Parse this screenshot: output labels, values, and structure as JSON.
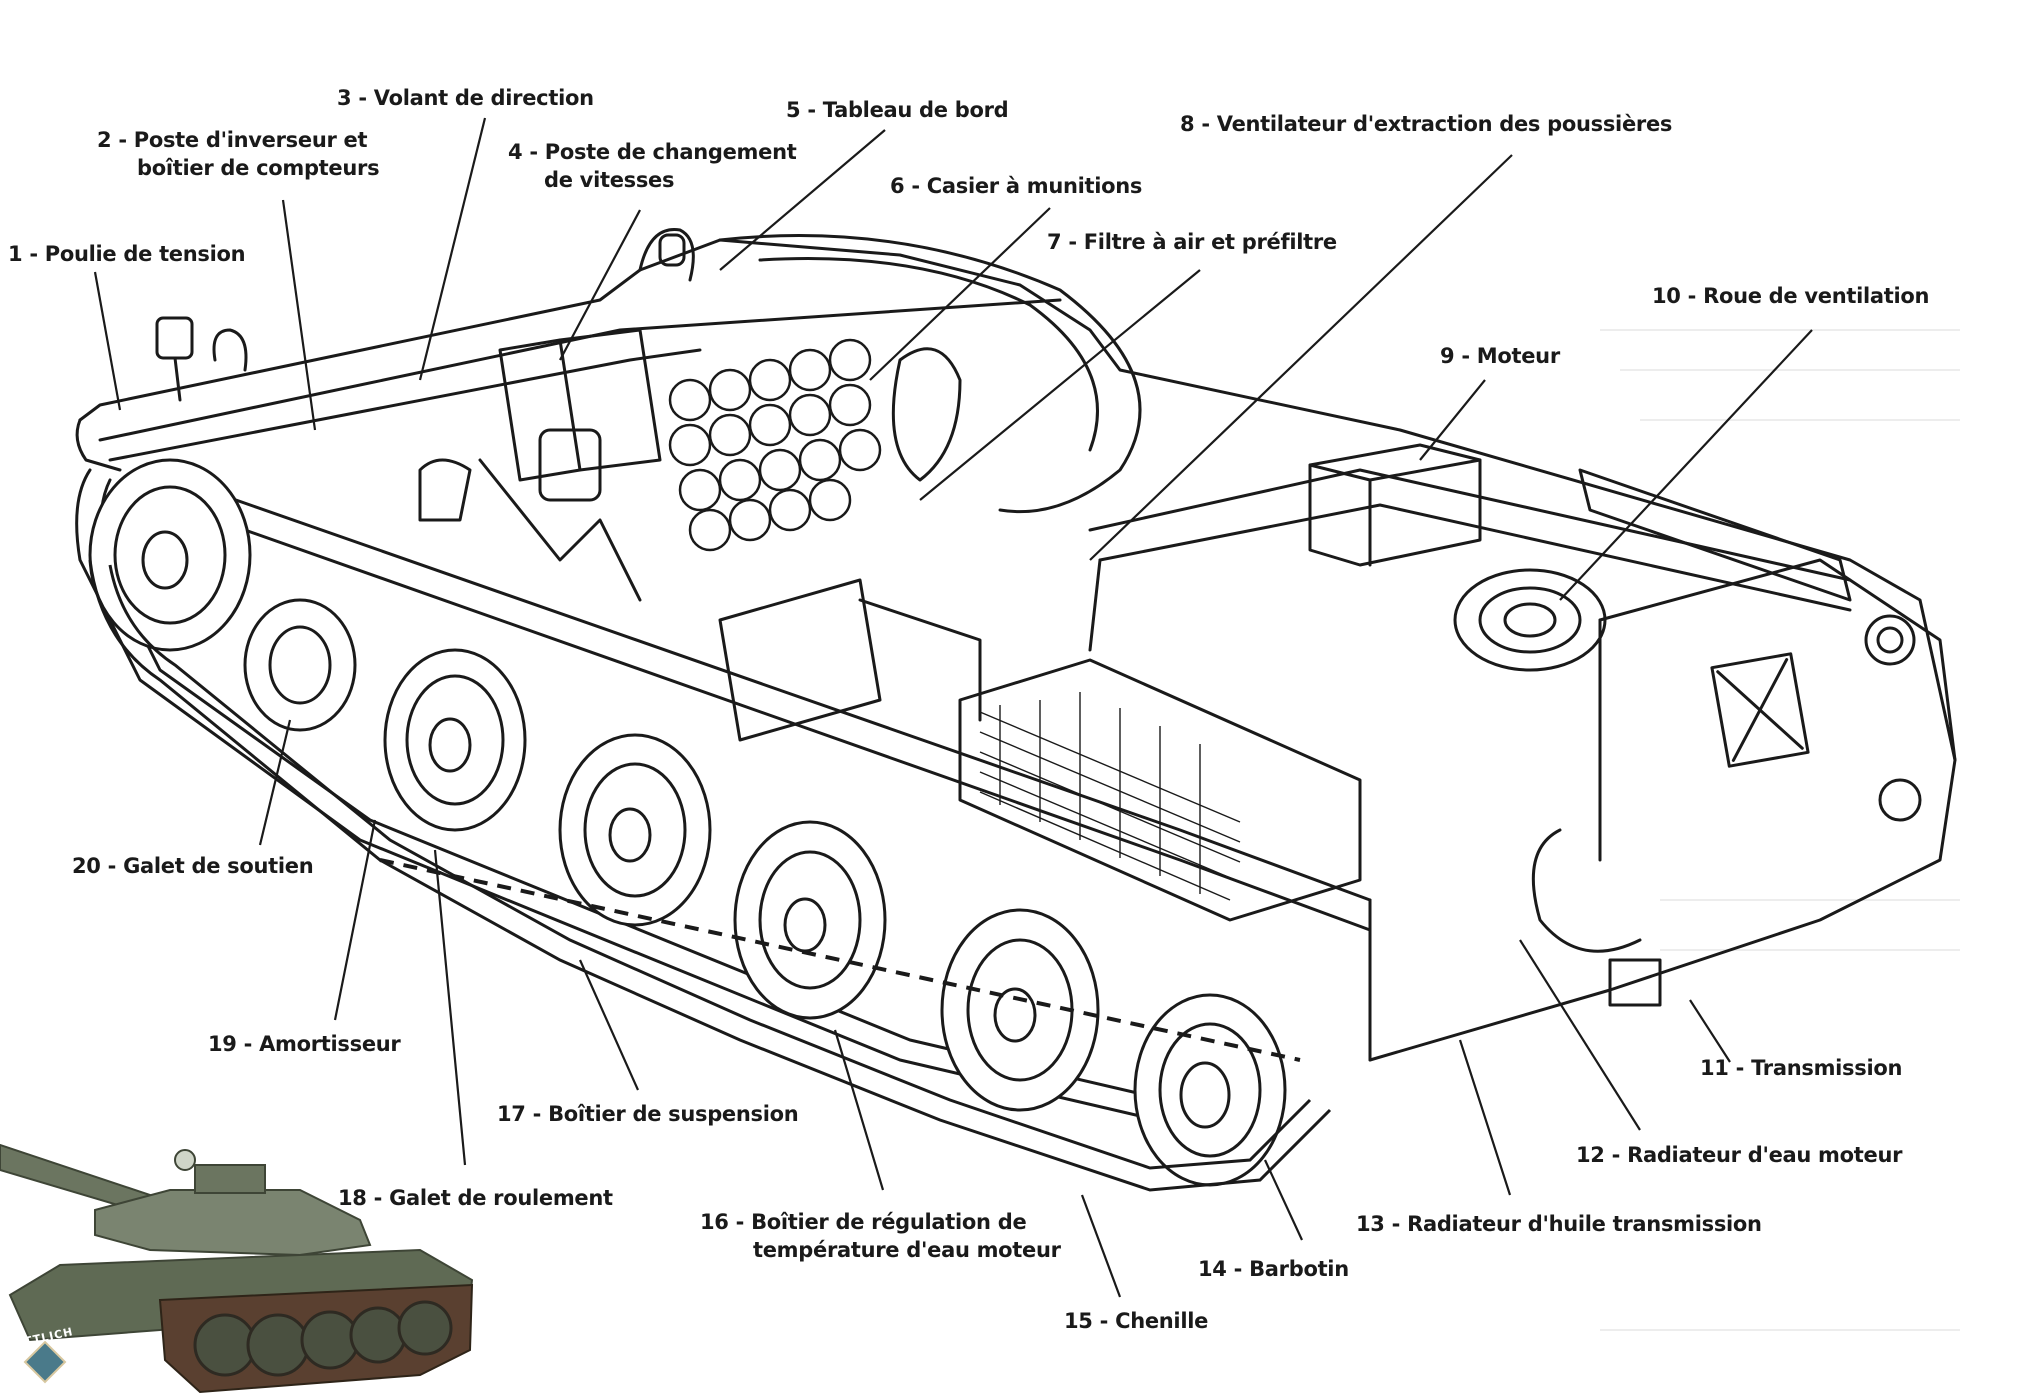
{
  "diagram": {
    "labels": [
      {
        "num": "1",
        "text": "Poulie de tension"
      },
      {
        "num": "2",
        "text": "Poste d'inverseur et",
        "text2": "boîtier de compteurs"
      },
      {
        "num": "3",
        "text": "Volant de direction"
      },
      {
        "num": "4",
        "text": "Poste de changement",
        "text2": "de vitesses"
      },
      {
        "num": "5",
        "text": "Tableau de bord"
      },
      {
        "num": "6",
        "text": "Casier à munitions"
      },
      {
        "num": "7",
        "text": "Filtre à air et préfiltre"
      },
      {
        "num": "8",
        "text": "Ventilateur d'extraction des poussières"
      },
      {
        "num": "9",
        "text": "Moteur"
      },
      {
        "num": "10",
        "text": "Roue de ventilation"
      },
      {
        "num": "11",
        "text": "Transmission"
      },
      {
        "num": "12",
        "text": "Radiateur d'eau moteur"
      },
      {
        "num": "13",
        "text": "Radiateur d'huile transmission"
      },
      {
        "num": "14",
        "text": "Barbotin"
      },
      {
        "num": "15",
        "text": "Chenille"
      },
      {
        "num": "16",
        "text": "Boîtier de régulation de",
        "text2": "température d'eau moteur"
      },
      {
        "num": "17",
        "text": "Boîtier de suspension"
      },
      {
        "num": "18",
        "text": "Galet de roulement"
      },
      {
        "num": "19",
        "text": "Amortisseur"
      },
      {
        "num": "20",
        "text": "Galet de soutien"
      }
    ],
    "separator": " - ",
    "photo_badge": "WITTLICH"
  },
  "colors": {
    "ink": "#1a1a1a",
    "paper": "#ffffff",
    "tank_green": "#6b7560",
    "tank_dark": "#3e4536",
    "track_rust": "#5a4030"
  }
}
